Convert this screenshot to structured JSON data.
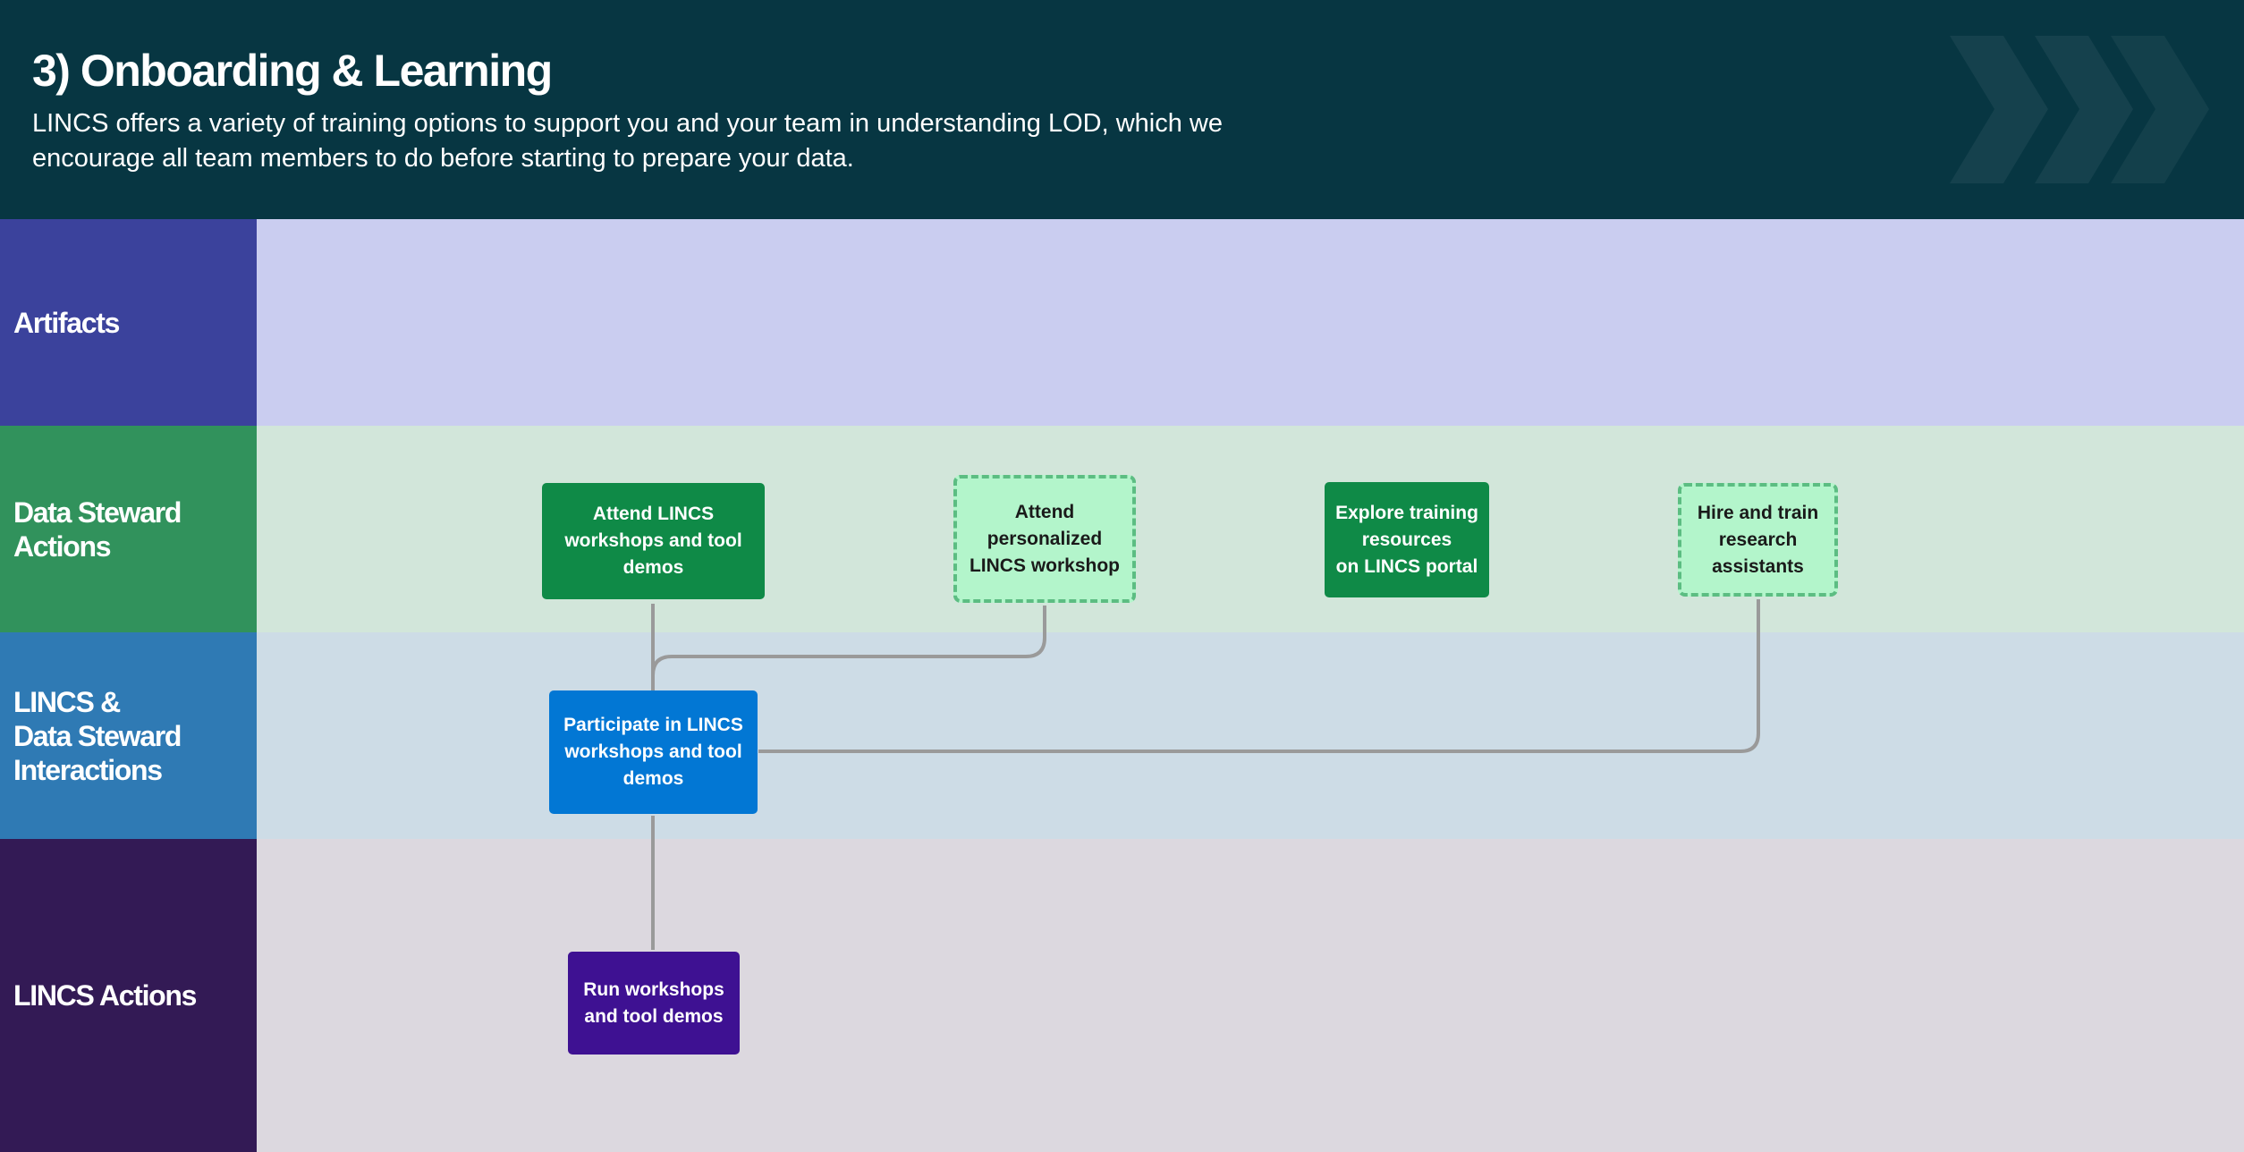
{
  "header": {
    "title": "3) Onboarding & Learning",
    "subtitle": "LINCS offers a variety of training options to support you and your team in understanding LOD, which we encourage all team members to do before starting to prepare your data."
  },
  "lanes": [
    {
      "label": "Artifacts"
    },
    {
      "label": "Data Steward\nActions"
    },
    {
      "label": "LINCS &\nData Steward\nInteractions"
    },
    {
      "label": "LINCS Actions"
    }
  ],
  "nodes": {
    "attend_workshops": "Attend LINCS\nworkshops and tool\ndemos",
    "attend_personalized": "Attend\npersonalized\nLINCS workshop",
    "explore_training": "Explore training\nresources\non LINCS portal",
    "hire_train": "Hire and train\nresearch\nassistants",
    "participate": "Participate in LINCS\nworkshops and tool\ndemos",
    "run_workshops": "Run workshops\nand tool demos"
  },
  "colors": {
    "header_bg": "#073642",
    "artifacts": "#3b429c",
    "data_steward": "#31925c",
    "interactions": "#2f7ab4",
    "lincs_actions": "#331a55",
    "connector": "#9a9a9a"
  }
}
